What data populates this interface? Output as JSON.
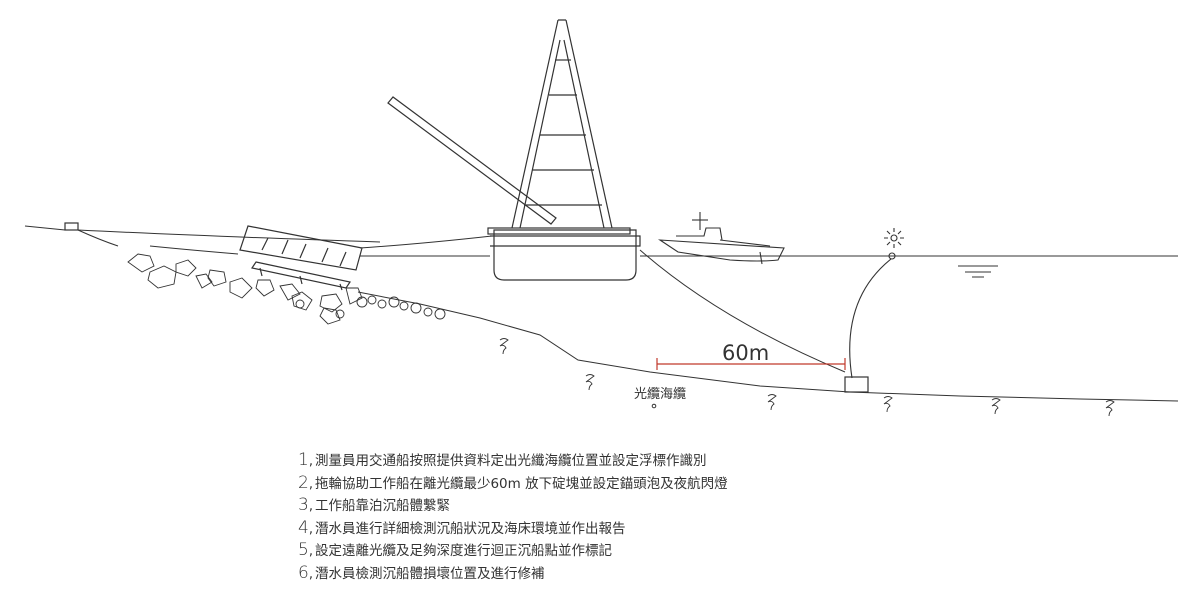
{
  "distance_label": "60m",
  "cable_label": "光纜海纜",
  "notes": [
    {
      "num": "1",
      "text": "測量員用交通船按照提供資料定出光纖海纜位置並設定浮標作識別"
    },
    {
      "num": "2",
      "text": "拖輪協助工作船在離光纜最少60m 放下碇塊並設定錨頭泡及夜航閃燈"
    },
    {
      "num": "3",
      "text": "工作船靠泊沉船體繫緊"
    },
    {
      "num": "4",
      "text": "潛水員進行詳細檢測沉船狀況及海床環境並作出報告"
    },
    {
      "num": "5",
      "text": "設定遠離光纜及足夠深度進行迴正沉船點並作標記"
    },
    {
      "num": "6",
      "text": "潛水員檢測沉船體損壞位置及進行修補"
    }
  ],
  "colors": {
    "line": "#333333",
    "measure": "#c0392b"
  }
}
